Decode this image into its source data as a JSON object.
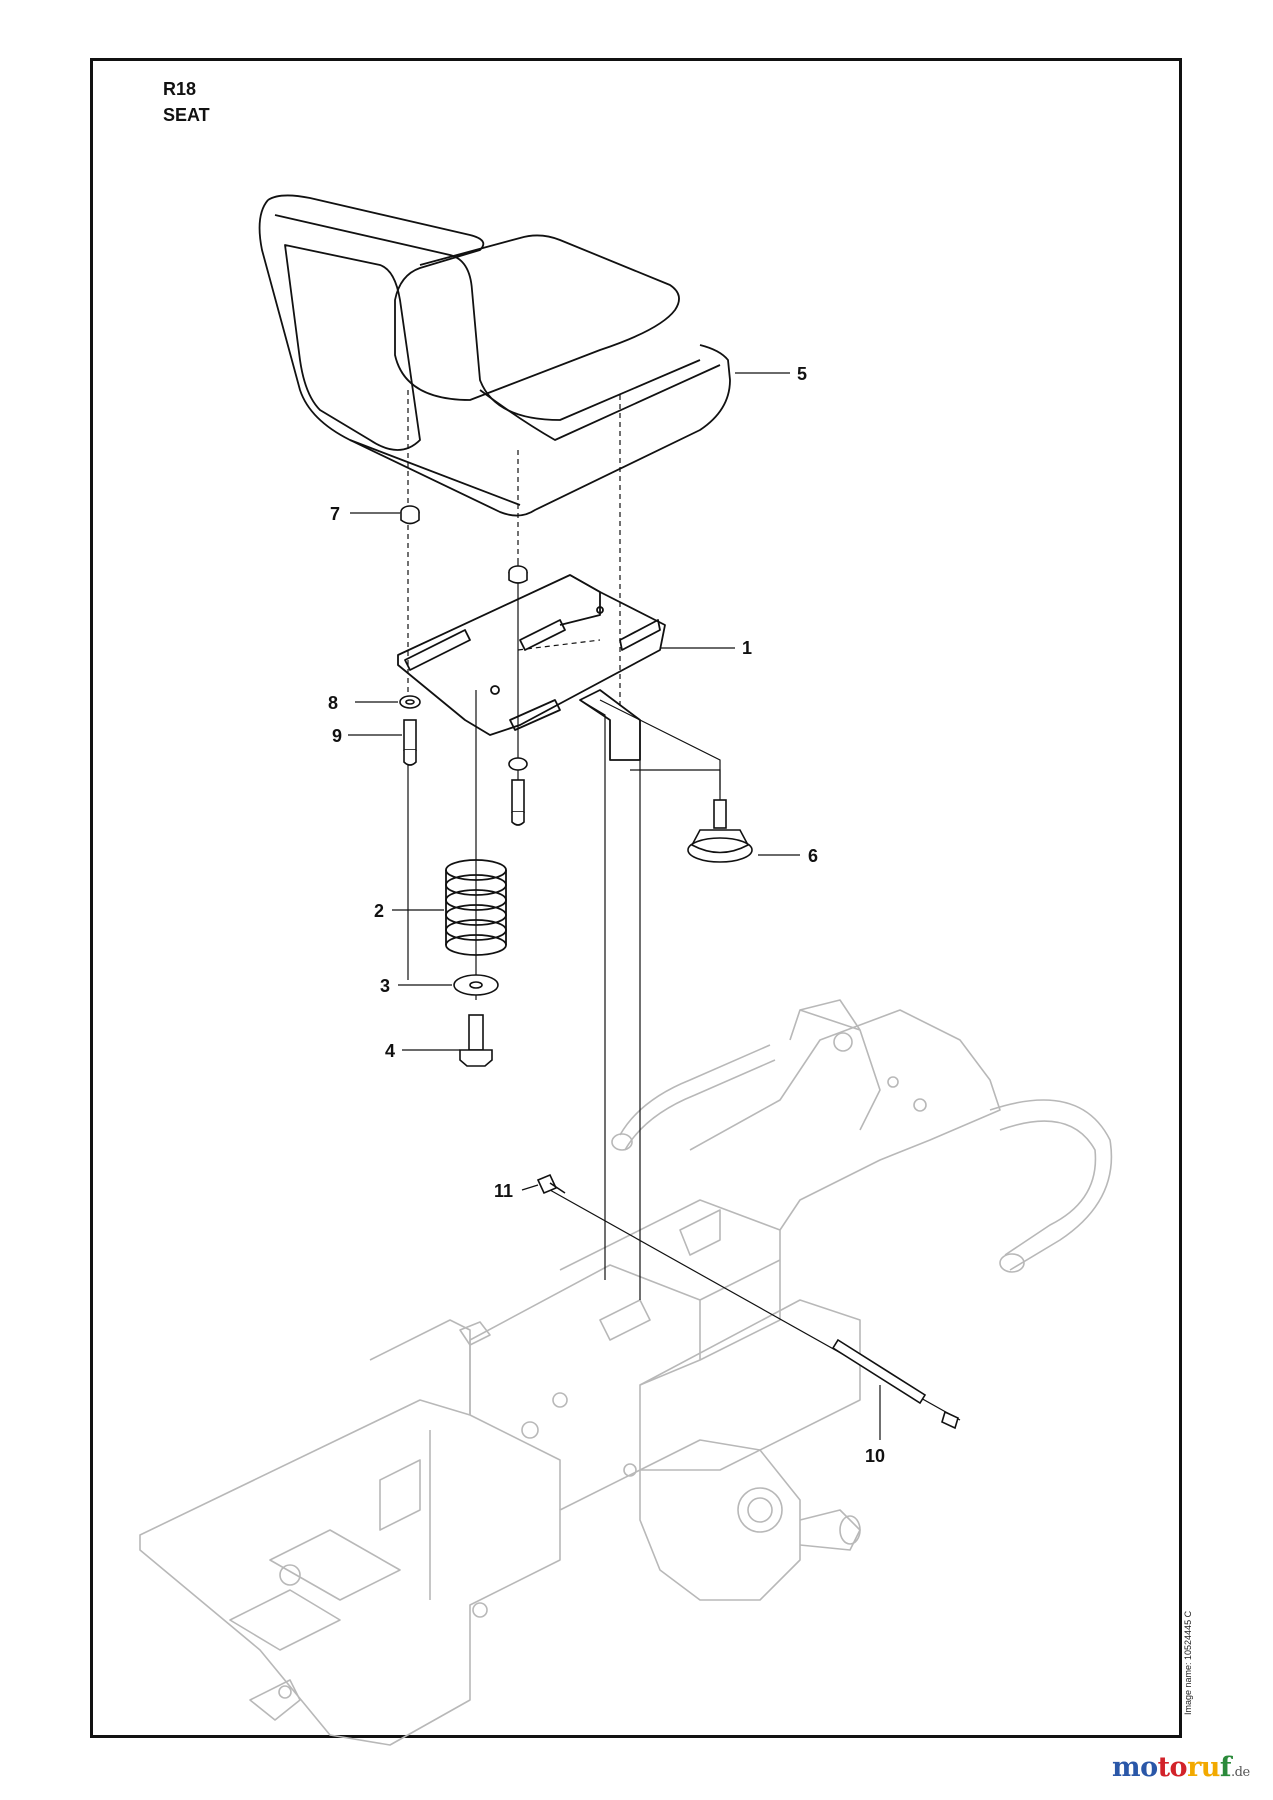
{
  "header": {
    "model": "R18",
    "section": "SEAT"
  },
  "callouts": [
    {
      "id": "1",
      "part": "seat-plate"
    },
    {
      "id": "2",
      "part": "spring"
    },
    {
      "id": "3",
      "part": "washer"
    },
    {
      "id": "4",
      "part": "flange-bolt"
    },
    {
      "id": "5",
      "part": "seat"
    },
    {
      "id": "6",
      "part": "knob-screw"
    },
    {
      "id": "7",
      "part": "nut"
    },
    {
      "id": "8",
      "part": "washer"
    },
    {
      "id": "9",
      "part": "screw"
    },
    {
      "id": "10",
      "part": "pivot-pin"
    },
    {
      "id": "11",
      "part": "bolt"
    }
  ],
  "image_name": "Image name: 10524445 C",
  "watermark": {
    "part1": "mo",
    "part2": "to",
    "part3": "ru",
    "part4": "f",
    "domain": ".de"
  },
  "colors": {
    "line": "#111111",
    "frame_grey": "#b8b8b8",
    "border": "#111111"
  }
}
